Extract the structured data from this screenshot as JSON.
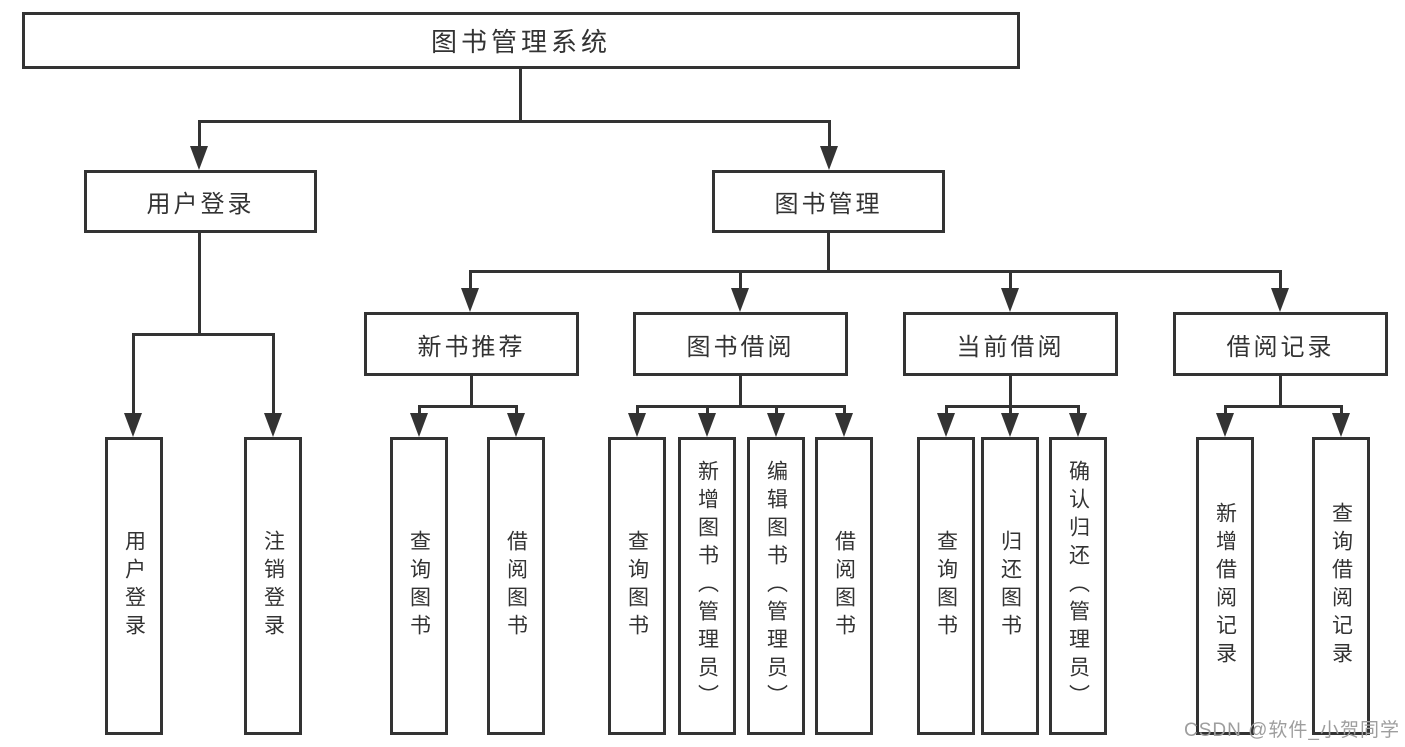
{
  "diagram": {
    "root": {
      "label": "图书管理系统"
    },
    "level2": [
      {
        "label": "用户登录",
        "children": [
          "用户登录",
          "注销登录"
        ]
      },
      {
        "label": "图书管理"
      }
    ],
    "level3": [
      {
        "label": "新书推荐",
        "children": [
          "查询图书",
          "借阅图书"
        ]
      },
      {
        "label": "图书借阅",
        "children": [
          "查询图书",
          "新增图书（管理员）",
          "编辑图书（管理员）",
          "借阅图书"
        ]
      },
      {
        "label": "当前借阅",
        "children": [
          "查询图书",
          "归还图书",
          "确认归还（管理员）"
        ]
      },
      {
        "label": "借阅记录",
        "children": [
          "新增借阅记录",
          "查询借阅记录"
        ]
      }
    ]
  },
  "watermark": "CSDN @软件_小贺同学",
  "colors": {
    "line": "#333333",
    "text": "#333333",
    "watermark": "#9e9e9e",
    "background": "#ffffff"
  }
}
